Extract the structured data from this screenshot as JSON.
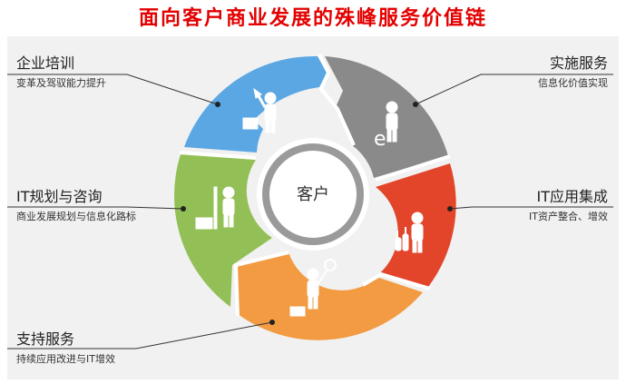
{
  "title": "面向客户商业发展的殊峰服务价值链",
  "center": "客户",
  "services": [
    {
      "title": "企业培训",
      "subtitle": "变革及驾驭能力提升",
      "color": "#5aa7e3",
      "icon": "person-pointing-up-icon"
    },
    {
      "title": "实施服务",
      "subtitle": "信息化价值实现",
      "color": "#8a8a8a",
      "icon": "person-e-icon"
    },
    {
      "title": "IT应用集成",
      "subtitle": "IT资产整合、增效",
      "color": "#e2452a",
      "icon": "person-tools-icon"
    },
    {
      "title": "支持服务",
      "subtitle": "持续应用改进与IT增效",
      "color": "#f29b42",
      "icon": "person-magnifier-icon"
    },
    {
      "title": "IT规划与咨询",
      "subtitle": "商业发展规划与信息化路标",
      "color": "#93c056",
      "icon": "person-ruler-icon"
    }
  ],
  "colors": {
    "title": "#e30000",
    "panel": "#f1f1f1",
    "center_ring": "#9a9a9a"
  }
}
